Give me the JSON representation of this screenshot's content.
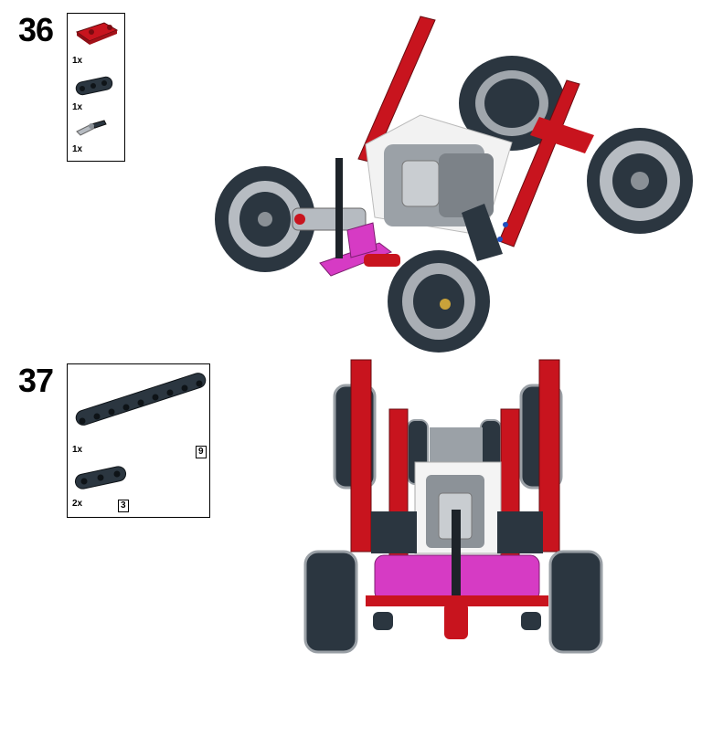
{
  "steps": [
    {
      "number": "36",
      "parts": [
        {
          "icon": "red-cross-block-icon",
          "qty": "1x"
        },
        {
          "icon": "dark-beam-3-icon",
          "qty": "1x"
        },
        {
          "icon": "axle-pin-icon",
          "qty": "1x"
        }
      ],
      "model_icon": "robot-assembly-step-36-icon"
    },
    {
      "number": "37",
      "parts": [
        {
          "icon": "dark-beam-9-icon",
          "qty": "1x",
          "length": "9"
        },
        {
          "icon": "dark-beam-3-icon",
          "qty": "2x",
          "length": "3"
        }
      ],
      "model_icon": "robot-assembly-step-37-icon"
    }
  ],
  "colors": {
    "red": "#c8141e",
    "dark": "#2b3640",
    "grey": "#9aa0a6",
    "magenta": "#d63bc4",
    "white": "#f4f4f4"
  }
}
